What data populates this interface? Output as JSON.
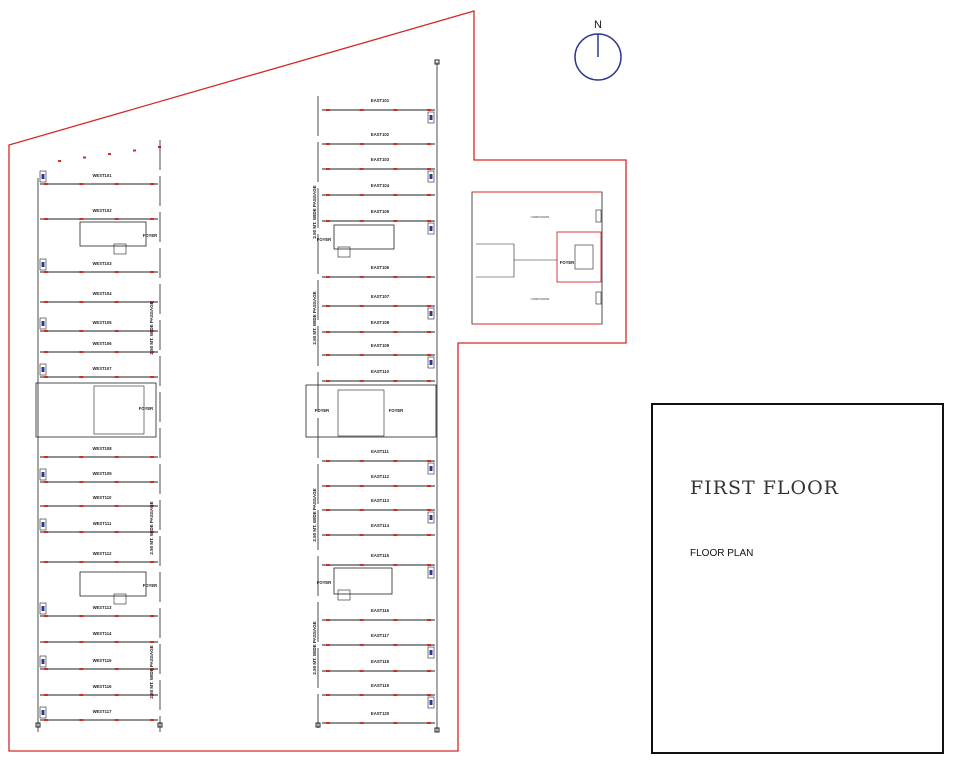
{
  "title_block": {
    "title": "FIRST FLOOR",
    "subtitle": "FLOOR PLAN"
  },
  "compass": {
    "label": "N"
  },
  "colors": {
    "boundary": "#d42a2a",
    "compass": "#2b3a8f",
    "walls": "#222222"
  },
  "west_wing": {
    "units": [
      "WEST101",
      "WEST102",
      "WEST103",
      "WEST104",
      "WEST105",
      "WEST106",
      "WEST107",
      "WEST108",
      "WEST109",
      "WEST110",
      "WEST111",
      "WEST112",
      "WEST113",
      "WEST114",
      "WEST115",
      "WEST116",
      "WEST117"
    ],
    "passage_label": "2.50 MT. WIDE PASSAGE",
    "foyer_label": "FOYER"
  },
  "east_wing": {
    "units": [
      "EAST101",
      "EAST102",
      "EAST103",
      "EAST104",
      "EAST105",
      "EAST106",
      "EAST107",
      "EAST108",
      "EAST109",
      "EAST110",
      "EAST111",
      "EAST112",
      "EAST113",
      "EAST114",
      "EAST115",
      "EAST116",
      "EAST117",
      "EAST118",
      "EAST119",
      "EAST120"
    ],
    "passage_label": "2.50 MT. WIDE PASSAGE",
    "foyer_label": "FOYER"
  },
  "corporate_block": {
    "units": [
      "CORPORATE",
      "CORPORATE"
    ],
    "foyer_label": "FOYER"
  }
}
